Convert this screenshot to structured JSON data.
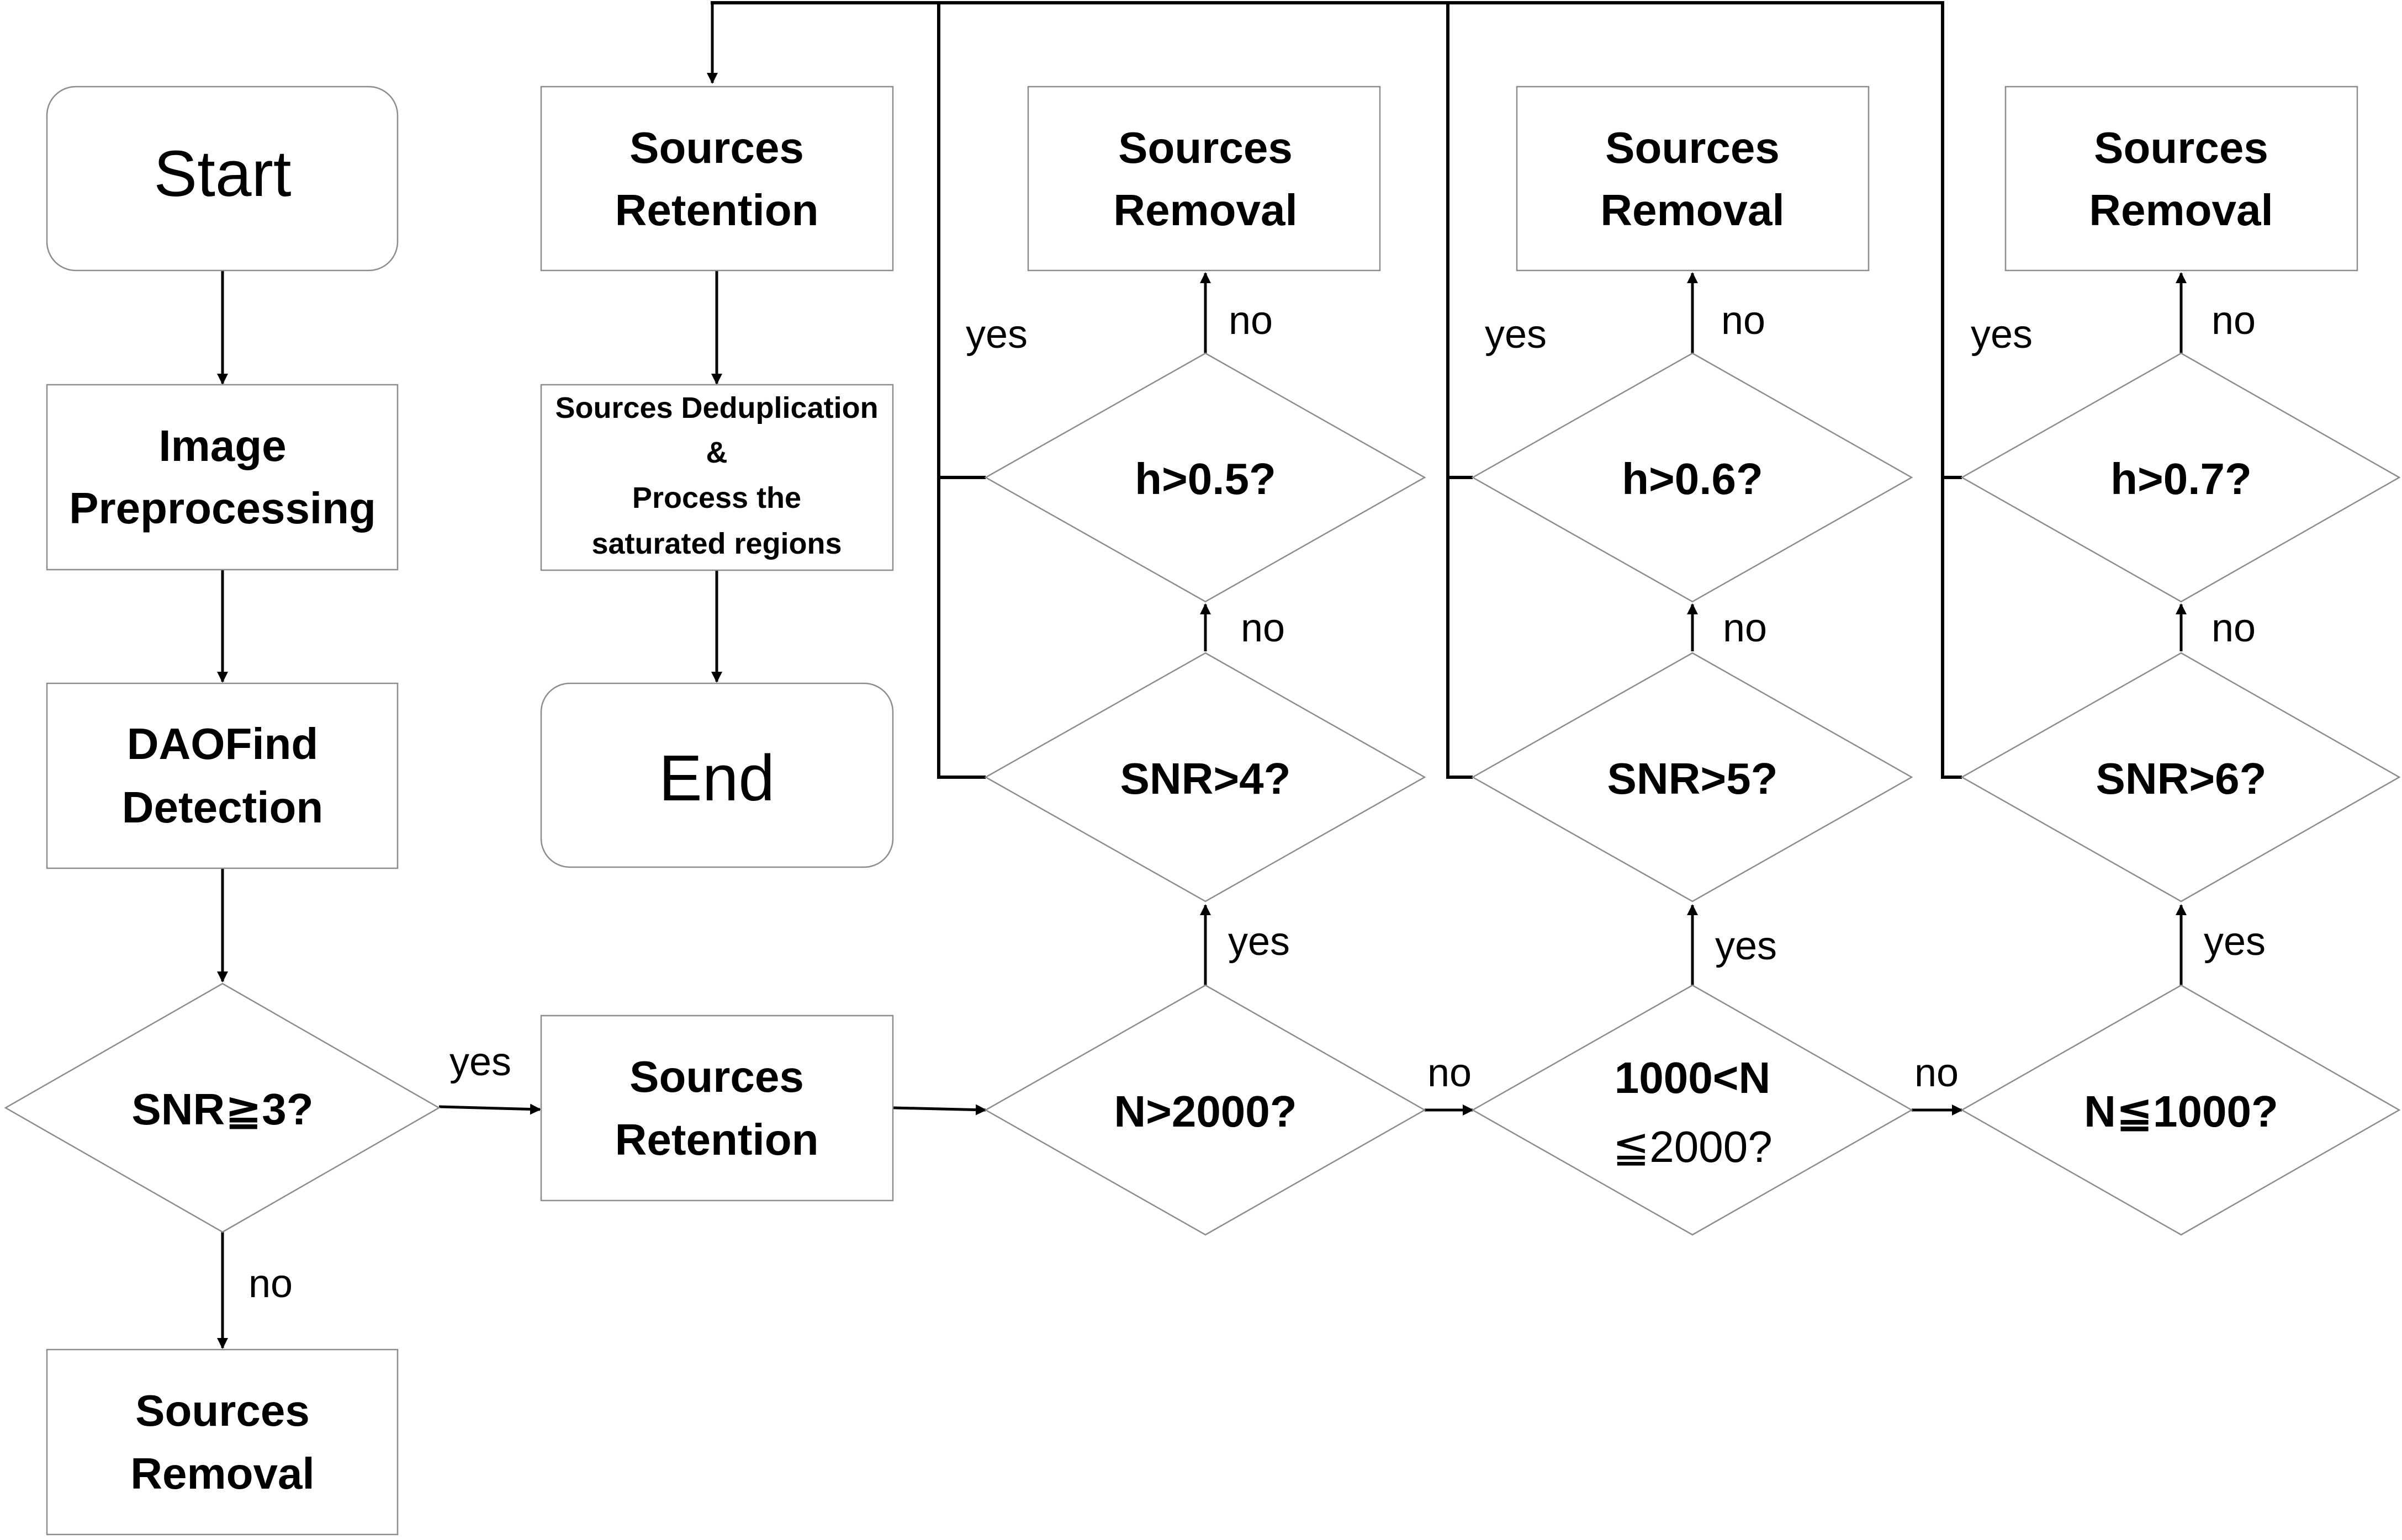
{
  "nodes": {
    "start": "Start",
    "image_preprocessing": [
      "Image",
      "Preprocessing"
    ],
    "daofind_detection": [
      "DAOFind",
      "Detection"
    ],
    "snr3": "SNR≧3?",
    "sources_removal_bottom": [
      "Sources",
      "Removal"
    ],
    "sources_retention_mid": [
      "Sources",
      "Retention"
    ],
    "n2000": "N>2000?",
    "n1000_2000": [
      "1000<N",
      "≦2000?"
    ],
    "n1000": "N≦1000?",
    "snr4": "SNR>4?",
    "snr5": "SNR>5?",
    "snr6": "SNR>6?",
    "h05": "h>0.5?",
    "h06": "h>0.6?",
    "h07": "h>0.7?",
    "sources_removal_1": [
      "Sources",
      "Removal"
    ],
    "sources_removal_2": [
      "Sources",
      "Removal"
    ],
    "sources_removal_3": [
      "Sources",
      "Removal"
    ],
    "sources_retention_top": [
      "Sources",
      "Retention"
    ],
    "dedup": [
      "Sources Deduplication",
      "&",
      "Process the",
      "saturated regions"
    ],
    "end": "End"
  },
  "labels": {
    "yes": "yes",
    "no": "no"
  }
}
